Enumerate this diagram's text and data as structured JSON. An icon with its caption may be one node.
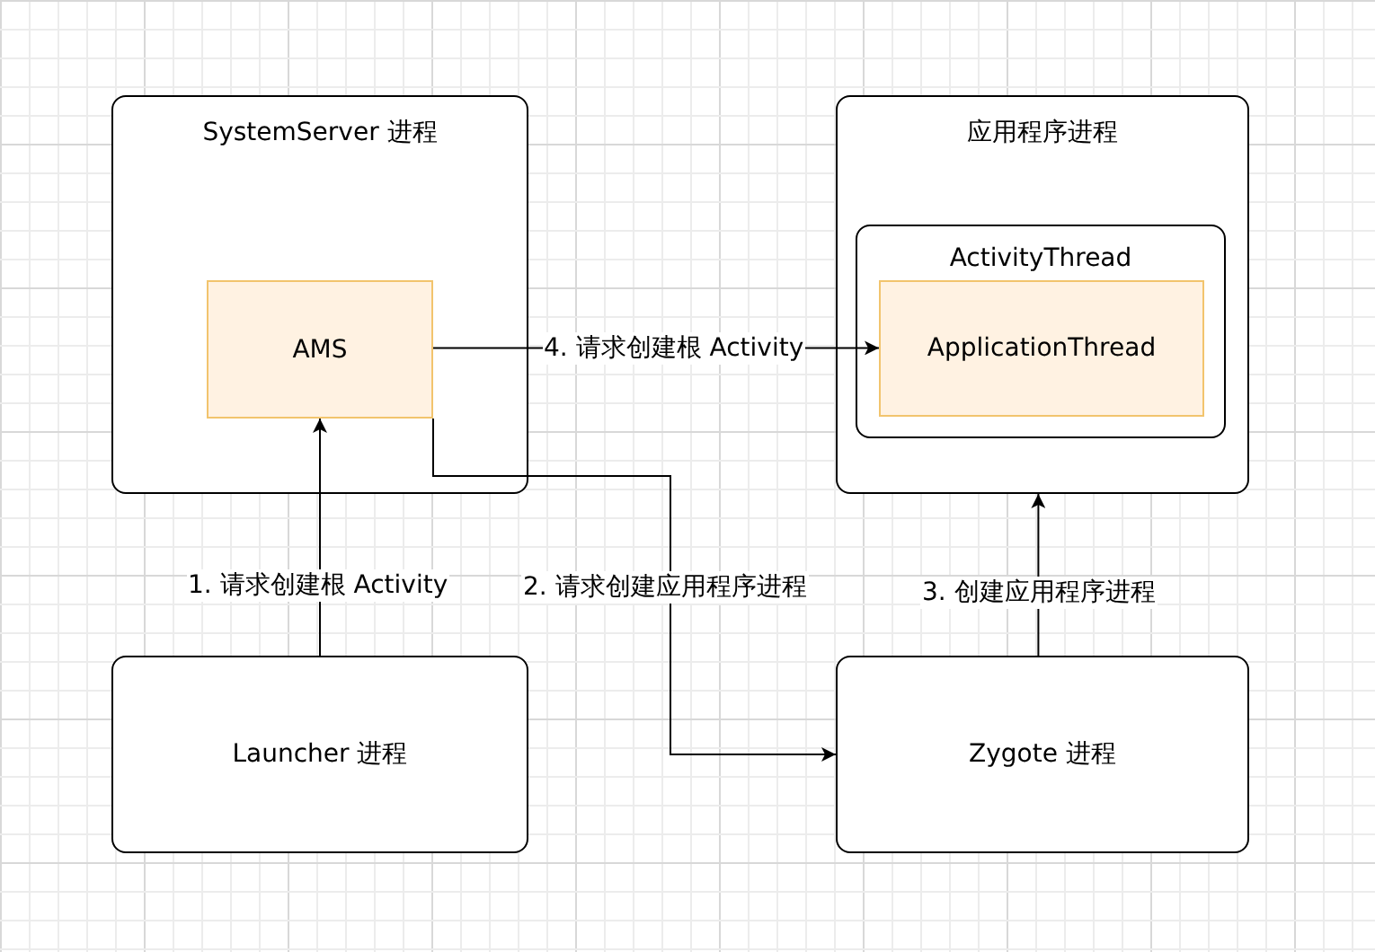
{
  "diagram": {
    "nodes": [
      {
        "text": [
          "SystemServer 进程"
        ]
      },
      {
        "text": [
          "AMS"
        ],
        "in": 0
      },
      {
        "text": [
          "应用程序进程"
        ]
      },
      {
        "text": [
          "ActivityThread"
        ],
        "in": 2
      },
      {
        "text": [
          "ApplicationThread"
        ],
        "in": 3
      },
      {
        "text": [
          "Launcher 进程"
        ]
      },
      {
        "text": [
          "Zygote 进程"
        ]
      }
    ],
    "edges": [
      {
        "from": 5,
        "to": 1,
        "arrow": "to",
        "label": "1. 请求创建根 Activity"
      },
      {
        "from": 1,
        "to": 6,
        "arrow": "to",
        "label": "2. 请求创建应用程序进程"
      },
      {
        "from": 6,
        "to": 2,
        "arrow": "to",
        "label": "3. 创建应用程序进程"
      },
      {
        "from": 1,
        "to": 4,
        "arrow": "to",
        "label": "4. 请求创建根 Activity"
      }
    ]
  }
}
